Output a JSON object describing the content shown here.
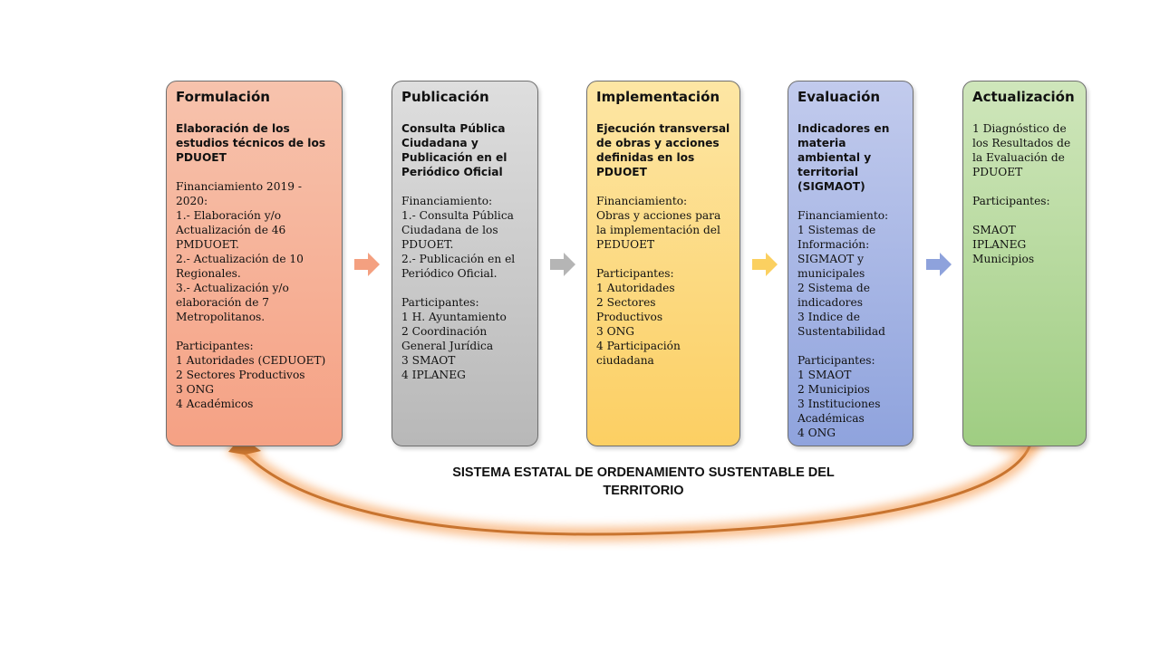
{
  "stages": [
    {
      "title": "Formulación",
      "subtitle": [
        "Elaboración de los",
        "estudios técnicos de los",
        "PDUOET"
      ],
      "body": [
        "Financiamiento 2019 -",
        "2020:",
        "1.- Elaboración y/o",
        "Actualización de 46",
        "PMDUOET.",
        "2.- Actualización de 10",
        "Regionales.",
        "3.- Actualización y/o",
        "elaboración de 7",
        "Metropolitanos.",
        "",
        "Participantes:",
        "1 Autoridades (CEDUOET)",
        "2 Sectores  Productivos",
        "3 ONG",
        "4 Académicos"
      ],
      "color": "#f5a184"
    },
    {
      "title": "Publicación",
      "subtitle": [
        "Consulta Pública",
        "Ciudadana y",
        "Publicación en el",
        "Periódico Oficial"
      ],
      "body": [
        "Financiamiento:",
        "1.- Consulta Pública",
        "Ciudadana de los",
        "PDUOET.",
        "2.- Publicación en el",
        "Periódico Oficial.",
        "",
        "Participantes:",
        "1 H. Ayuntamiento",
        "2 Coordinación",
        "General Jurídica",
        "3 SMAOT",
        "4 IPLANEG"
      ],
      "color": "#b8b8b8"
    },
    {
      "title": "Implementación",
      "subtitle": [
        "Ejecución transversal",
        "de  obras y acciones",
        "definidas en los",
        "PDUOET"
      ],
      "body": [
        "Financiamiento:",
        "Obras y acciones para",
        "la implementación del",
        "PEDUOET",
        "",
        "Participantes:",
        "1 Autoridades",
        "2 Sectores",
        "Productivos",
        "3 ONG",
        "4 Participación",
        "ciudadana"
      ],
      "color": "#fccf63"
    },
    {
      "title": "Evaluación",
      "subtitle": [
        "Indicadores en",
        "materia",
        "ambiental y",
        "territorial",
        "(SIGMAOT)"
      ],
      "body": [
        "Financiamiento:",
        "1 Sistemas de",
        "Información:",
        "SIGMAOT y",
        "municipales",
        "2 Sistema de",
        "indicadores",
        "3 Indice de",
        "Sustentabilidad",
        "",
        "Participantes:",
        "1 SMAOT",
        "2 Municipios",
        "3 Instituciones",
        "Académicas",
        "4 ONG"
      ],
      "color": "#8fa3dd"
    },
    {
      "title": "Actualización",
      "subtitle": [],
      "body": [
        "1 Diagnóstico de",
        "los Resultados de",
        "la Evaluación de",
        "PDUOET",
        "",
        "Participantes:",
        "",
        "SMAOT",
        "IPLANEG",
        "Municipios"
      ],
      "color": "#9fcd82"
    }
  ],
  "arrows": [
    {
      "color": "#f4a080"
    },
    {
      "color": "#b5b5b5"
    },
    {
      "color": "#fbd060"
    },
    {
      "color": "#8ea2dc"
    }
  ],
  "caption": [
    "SISTEMA ESTATAL DE ORDENAMIENTO SUSTENTABLE DEL",
    "TERRITORIO"
  ],
  "cycle_colors": {
    "glow": "#f7a35c",
    "stroke": "#c8742f"
  }
}
